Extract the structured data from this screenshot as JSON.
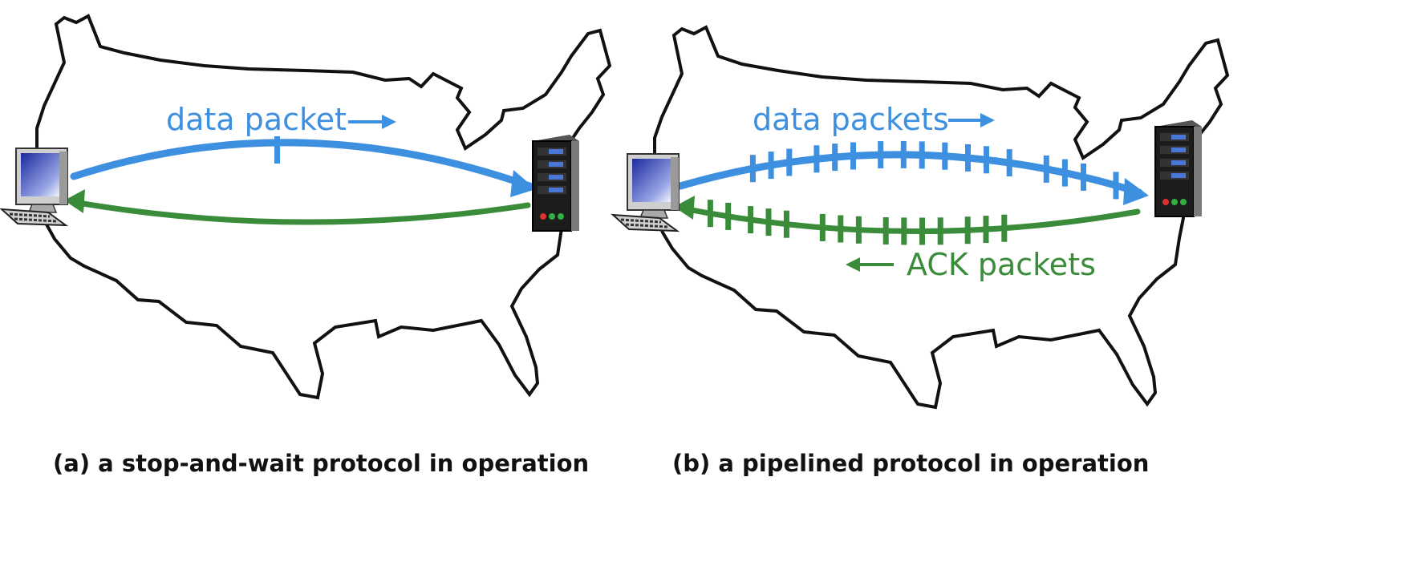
{
  "colors": {
    "data": "#3d8fdf",
    "ack": "#3a8c3a",
    "outline": "#111111",
    "server_body": "#1a1a1a",
    "screen": "#2a3bb0"
  },
  "panel_a": {
    "data_label": "data packet",
    "caption": "(a) a stop-and-wait protocol in operation",
    "data_packet_count": 1
  },
  "panel_b": {
    "data_label": "data packets",
    "ack_label": "ACK packets",
    "caption": "(b) a pipelined protocol in operation"
  },
  "icons": {
    "client": "desktop-computer-icon",
    "server": "server-tower-icon"
  }
}
